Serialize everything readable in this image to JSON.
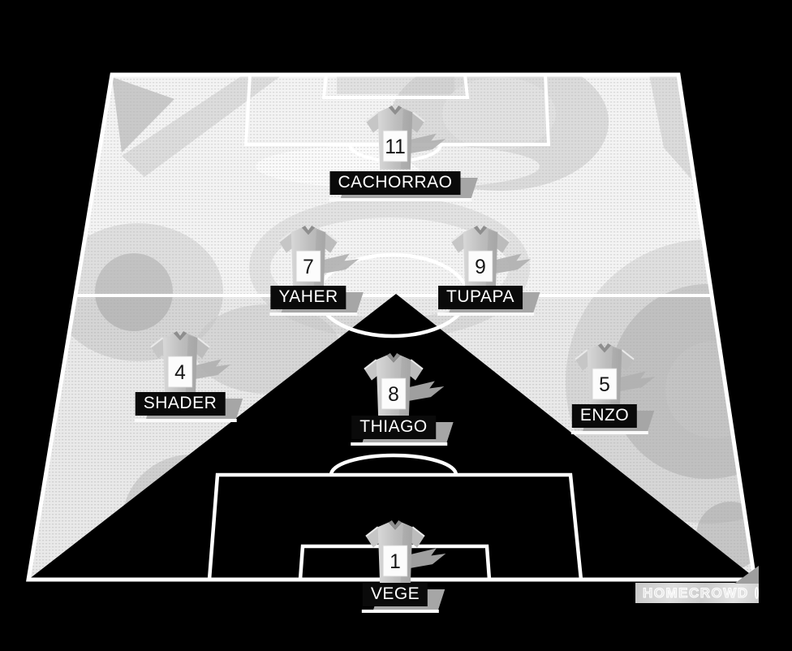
{
  "formation": {
    "players": [
      {
        "slot": "striker",
        "name": "CACHORRAO",
        "number": "11"
      },
      {
        "slot": "left-attacking-mid",
        "name": "YAHER",
        "number": "7"
      },
      {
        "slot": "right-attacking-mid",
        "name": "TUPAPA",
        "number": "9"
      },
      {
        "slot": "left-mid",
        "name": "SHADER",
        "number": "4"
      },
      {
        "slot": "center-mid",
        "name": "THIAGO",
        "number": "8"
      },
      {
        "slot": "right-mid",
        "name": "ENZO",
        "number": "5"
      },
      {
        "slot": "goalkeeper",
        "name": "VEGE",
        "number": "1"
      }
    ]
  },
  "watermark": {
    "brand": "HOMECROWD"
  },
  "colors": {
    "background": "#000000",
    "pitch": "#f3f3f3",
    "line": "#ffffff",
    "jersey": "#c4c4c4",
    "label_bg": "#0a0a0a",
    "label_text": "#ffffff"
  }
}
